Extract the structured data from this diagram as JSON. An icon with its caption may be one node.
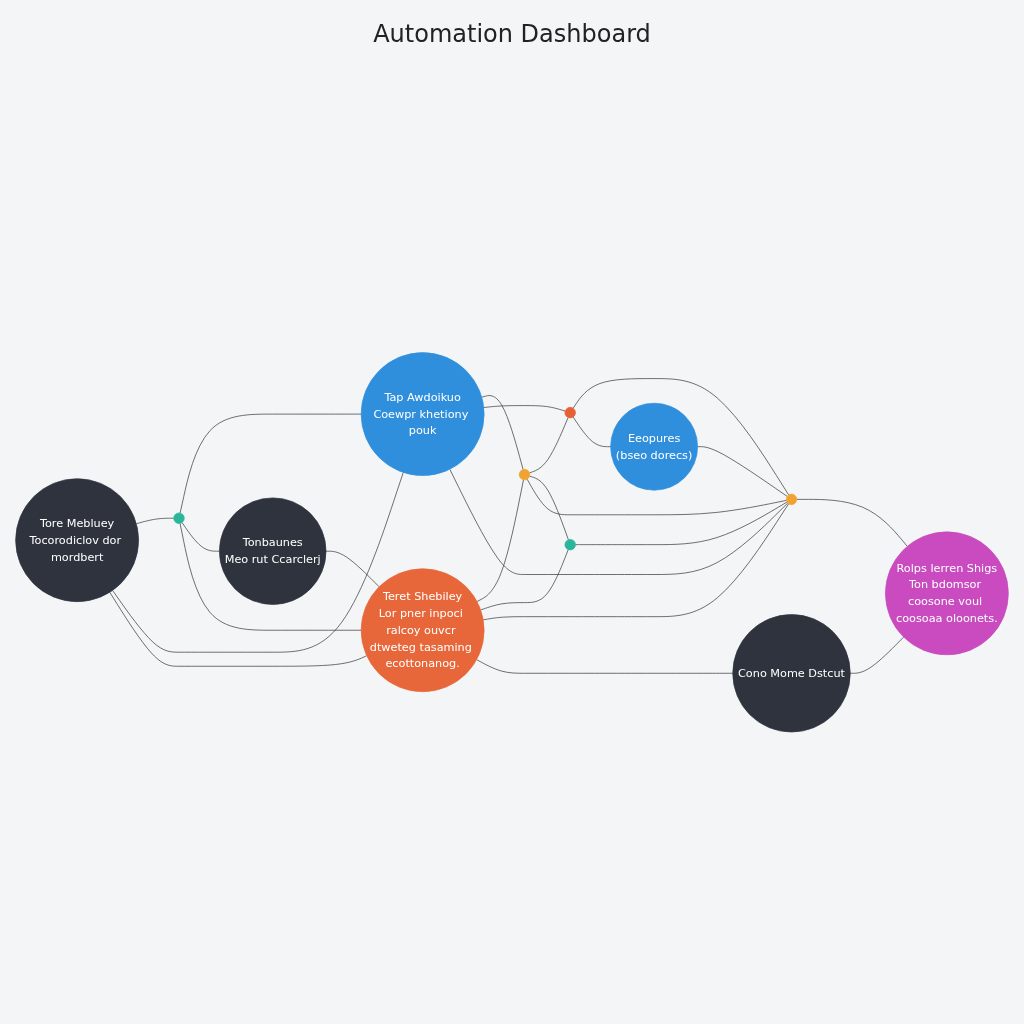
{
  "diagram": {
    "title": "Automation Dashboard",
    "nodes": [
      {
        "text": [
          "Tore Mebluey",
          "Tocorodiclov dor mordbert"
        ]
      },
      {
        "text": [],
        "shape": "circle"
      },
      {
        "text": [
          "Tap Awdoikuo",
          "Coewpr khetiony pouk"
        ]
      },
      {
        "text": [
          "Tonbaunes",
          "Meo rut Ccarclerj"
        ]
      },
      {
        "text": [],
        "shape": "circle"
      },
      {
        "text": [],
        "shape": "circle"
      },
      {
        "text": [
          "Teret Shebiley",
          "Lor pner inpoci ralcoy ouvcr dtweteg tasaming ecottonanog."
        ]
      },
      {
        "text": [],
        "shape": "circle"
      },
      {
        "text": [
          "Eeopures",
          "(bseo dorecs)"
        ]
      },
      {
        "text": [],
        "shape": "circle"
      },
      {
        "text": [
          "Cono Mome Dstcut"
        ]
      },
      {
        "text": [
          "Rolps lerren Shigs",
          "Ton bdomsor coosone voul coosoaa oloonets."
        ]
      }
    ],
    "edges": [
      {
        "from": 0,
        "to": 1,
        "arrow": "none"
      },
      {
        "from": 0,
        "to": 2,
        "arrow": "none"
      },
      {
        "from": 0,
        "to": 6,
        "arrow": "none"
      },
      {
        "from": 1,
        "to": 2,
        "arrow": "none"
      },
      {
        "from": 1,
        "to": 3,
        "arrow": "none"
      },
      {
        "from": 1,
        "to": 6,
        "arrow": "none"
      },
      {
        "from": 3,
        "to": 6,
        "arrow": "none"
      },
      {
        "from": 2,
        "to": 4,
        "arrow": "none"
      },
      {
        "from": 2,
        "to": 5,
        "arrow": "none"
      },
      {
        "from": 2,
        "to": 9,
        "arrow": "none"
      },
      {
        "from": 4,
        "to": 5,
        "arrow": "none"
      },
      {
        "from": 6,
        "to": 4,
        "arrow": "none"
      },
      {
        "from": 4,
        "to": 7,
        "arrow": "none"
      },
      {
        "from": 4,
        "to": 9,
        "arrow": "none"
      },
      {
        "from": 6,
        "to": 7,
        "arrow": "none"
      },
      {
        "from": 6,
        "to": 9,
        "arrow": "none"
      },
      {
        "from": 6,
        "to": 10,
        "arrow": "none"
      },
      {
        "from": 7,
        "to": 9,
        "arrow": "none"
      },
      {
        "from": 5,
        "to": 9,
        "arrow": "none"
      },
      {
        "from": 5,
        "to": 8,
        "arrow": "none"
      },
      {
        "from": 8,
        "to": 9,
        "arrow": "none"
      },
      {
        "from": 9,
        "to": 11,
        "arrow": "none"
      },
      {
        "from": 10,
        "to": 11,
        "arrow": "none"
      }
    ]
  }
}
